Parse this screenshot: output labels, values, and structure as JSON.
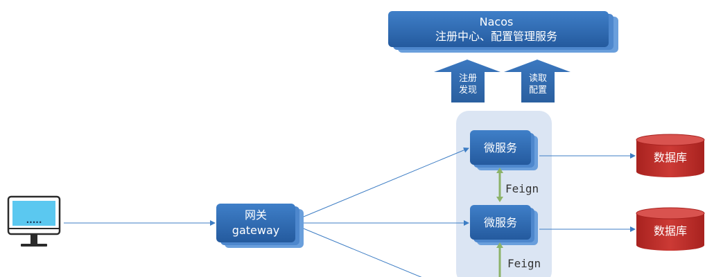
{
  "nacos": {
    "title": "Nacos",
    "subtitle": "注册中心、配置管理服务"
  },
  "arrows_up": {
    "register": {
      "line1": "注册",
      "line2": "发现"
    },
    "config": {
      "line1": "读取",
      "line2": "配置"
    }
  },
  "client": {
    "screen_text": "....."
  },
  "gateway": {
    "line1": "网关",
    "line2": "gateway"
  },
  "services": [
    {
      "label": "微服务"
    },
    {
      "label": "微服务"
    }
  ],
  "feign_labels": [
    "Feign",
    "Feign"
  ],
  "databases": [
    {
      "label": "数据库"
    },
    {
      "label": "数据库"
    }
  ],
  "colors": {
    "box_blue": "#2f6db5",
    "box_blue_shadow": "#5b92d6",
    "cluster_bg": "#dbe5f3",
    "db_red": "#c0302c",
    "arrow_line": "#3d7dc4",
    "feign_green": "#8cb369"
  }
}
